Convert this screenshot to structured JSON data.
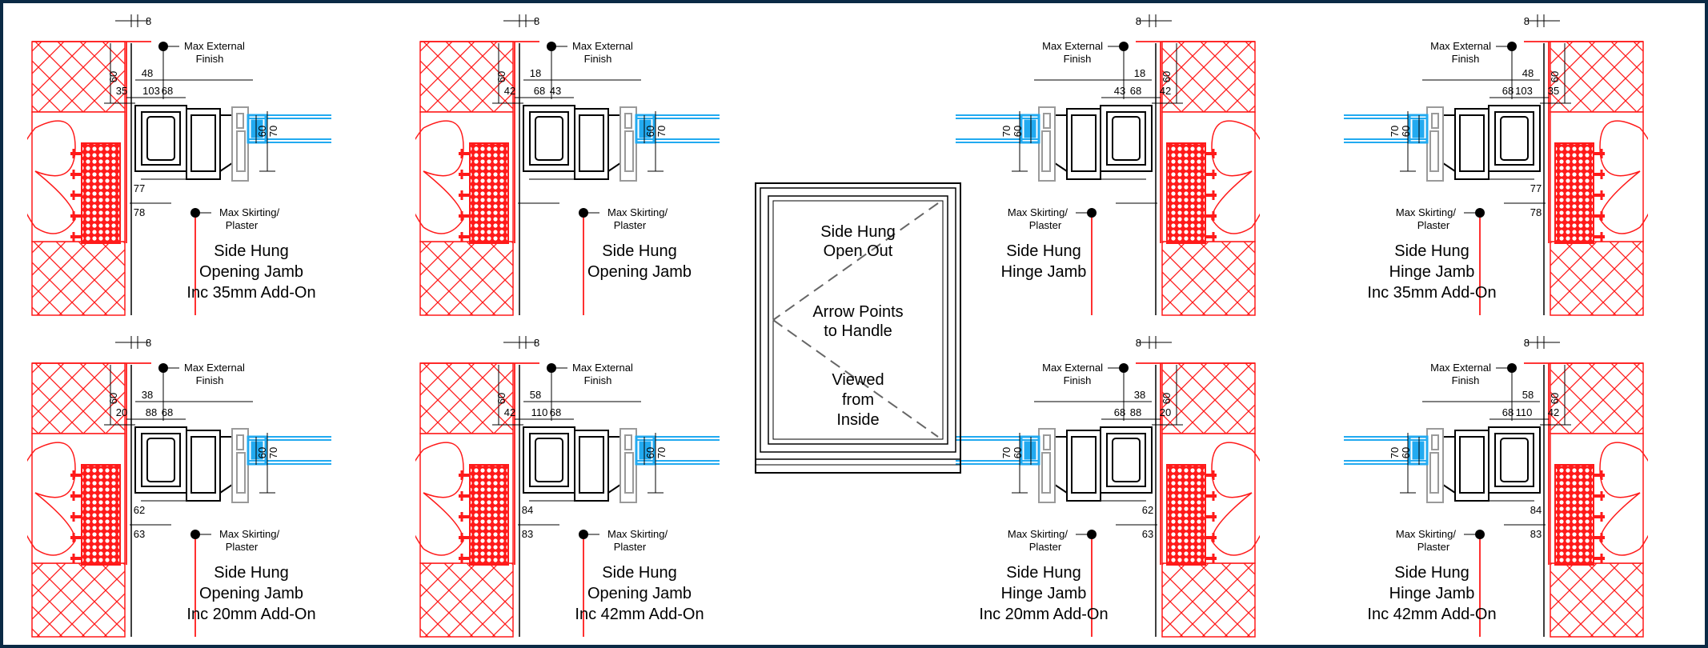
{
  "colors": {
    "wall": "#ff1a1a",
    "frame": "#000000",
    "glass": "#22aaf0",
    "gasket": "#9a9a9a",
    "border": "#0b2a45"
  },
  "labels": {
    "ext": "Max External",
    "ext2": "Finish",
    "skirt": "Max Skirting/",
    "skirt2": "Plaster"
  },
  "center": {
    "line1": "Side Hung",
    "line2": "Open Out",
    "line3": "Arrow Points",
    "line4": "to Handle",
    "line5": "Viewed",
    "line6": "from",
    "line7": "Inside"
  },
  "panels": [
    {
      "cap1": "Side Hung",
      "cap2": "Opening Jamb",
      "cap3": "Inc 35mm Add-On",
      "d8": "8",
      "d60": "60",
      "d48": "48",
      "d103": "103",
      "d35": "35",
      "d68": "68",
      "d70": "70",
      "d60g": "60",
      "d77": "77",
      "d78": "78"
    },
    {
      "cap1": "Side Hung",
      "cap2": "Opening Jamb",
      "cap3": "",
      "d8": "8",
      "d60": "60",
      "d18": "18",
      "d68": "68",
      "d70": "70",
      "d60g": "60",
      "d42": "42",
      "d43": "43"
    },
    {
      "cap1": "Side Hung",
      "cap2": "Hinge Jamb",
      "cap3": "",
      "d8": "8",
      "d60": "60",
      "d18": "18",
      "d68": "68",
      "d70": "70",
      "d60g": "60",
      "d42": "42",
      "d43": "43"
    },
    {
      "cap1": "Side Hung",
      "cap2": "Hinge Jamb",
      "cap3": "Inc 35mm Add-On",
      "d8": "8",
      "d60": "60",
      "d48": "48",
      "d103": "103",
      "d35": "35",
      "d68": "68",
      "d70": "70",
      "d60g": "60",
      "d77": "77",
      "d78": "78"
    },
    {
      "cap1": "Side Hung",
      "cap2": "Opening Jamb",
      "cap3": "Inc 20mm Add-On",
      "d8": "8",
      "d60": "60",
      "d38": "38",
      "d88": "88",
      "d20": "20",
      "d68": "68",
      "d70": "70",
      "d60g": "60",
      "d62": "62",
      "d63": "63"
    },
    {
      "cap1": "Side Hung",
      "cap2": "Opening Jamb",
      "cap3": "Inc 42mm Add-On",
      "d8": "8",
      "d60": "60",
      "d58": "58",
      "d110": "110",
      "d42": "42",
      "d68": "68",
      "d70": "70",
      "d60g": "60",
      "d84": "84",
      "d83": "83"
    },
    {
      "cap1": "Side Hung",
      "cap2": "Hinge Jamb",
      "cap3": "Inc 20mm Add-On",
      "d8": "8",
      "d60": "60",
      "d38": "38",
      "d88": "88",
      "d20": "20",
      "d68": "68",
      "d70": "70",
      "d60g": "60",
      "d62": "62",
      "d63": "63"
    },
    {
      "cap1": "Side Hung",
      "cap2": "Hinge Jamb",
      "cap3": "Inc 42mm Add-On",
      "d8": "8",
      "d60": "60",
      "d58": "58",
      "d110": "110",
      "d42": "42",
      "d68": "68",
      "d70": "70",
      "d60g": "60",
      "d84": "84",
      "d83": "83"
    }
  ]
}
